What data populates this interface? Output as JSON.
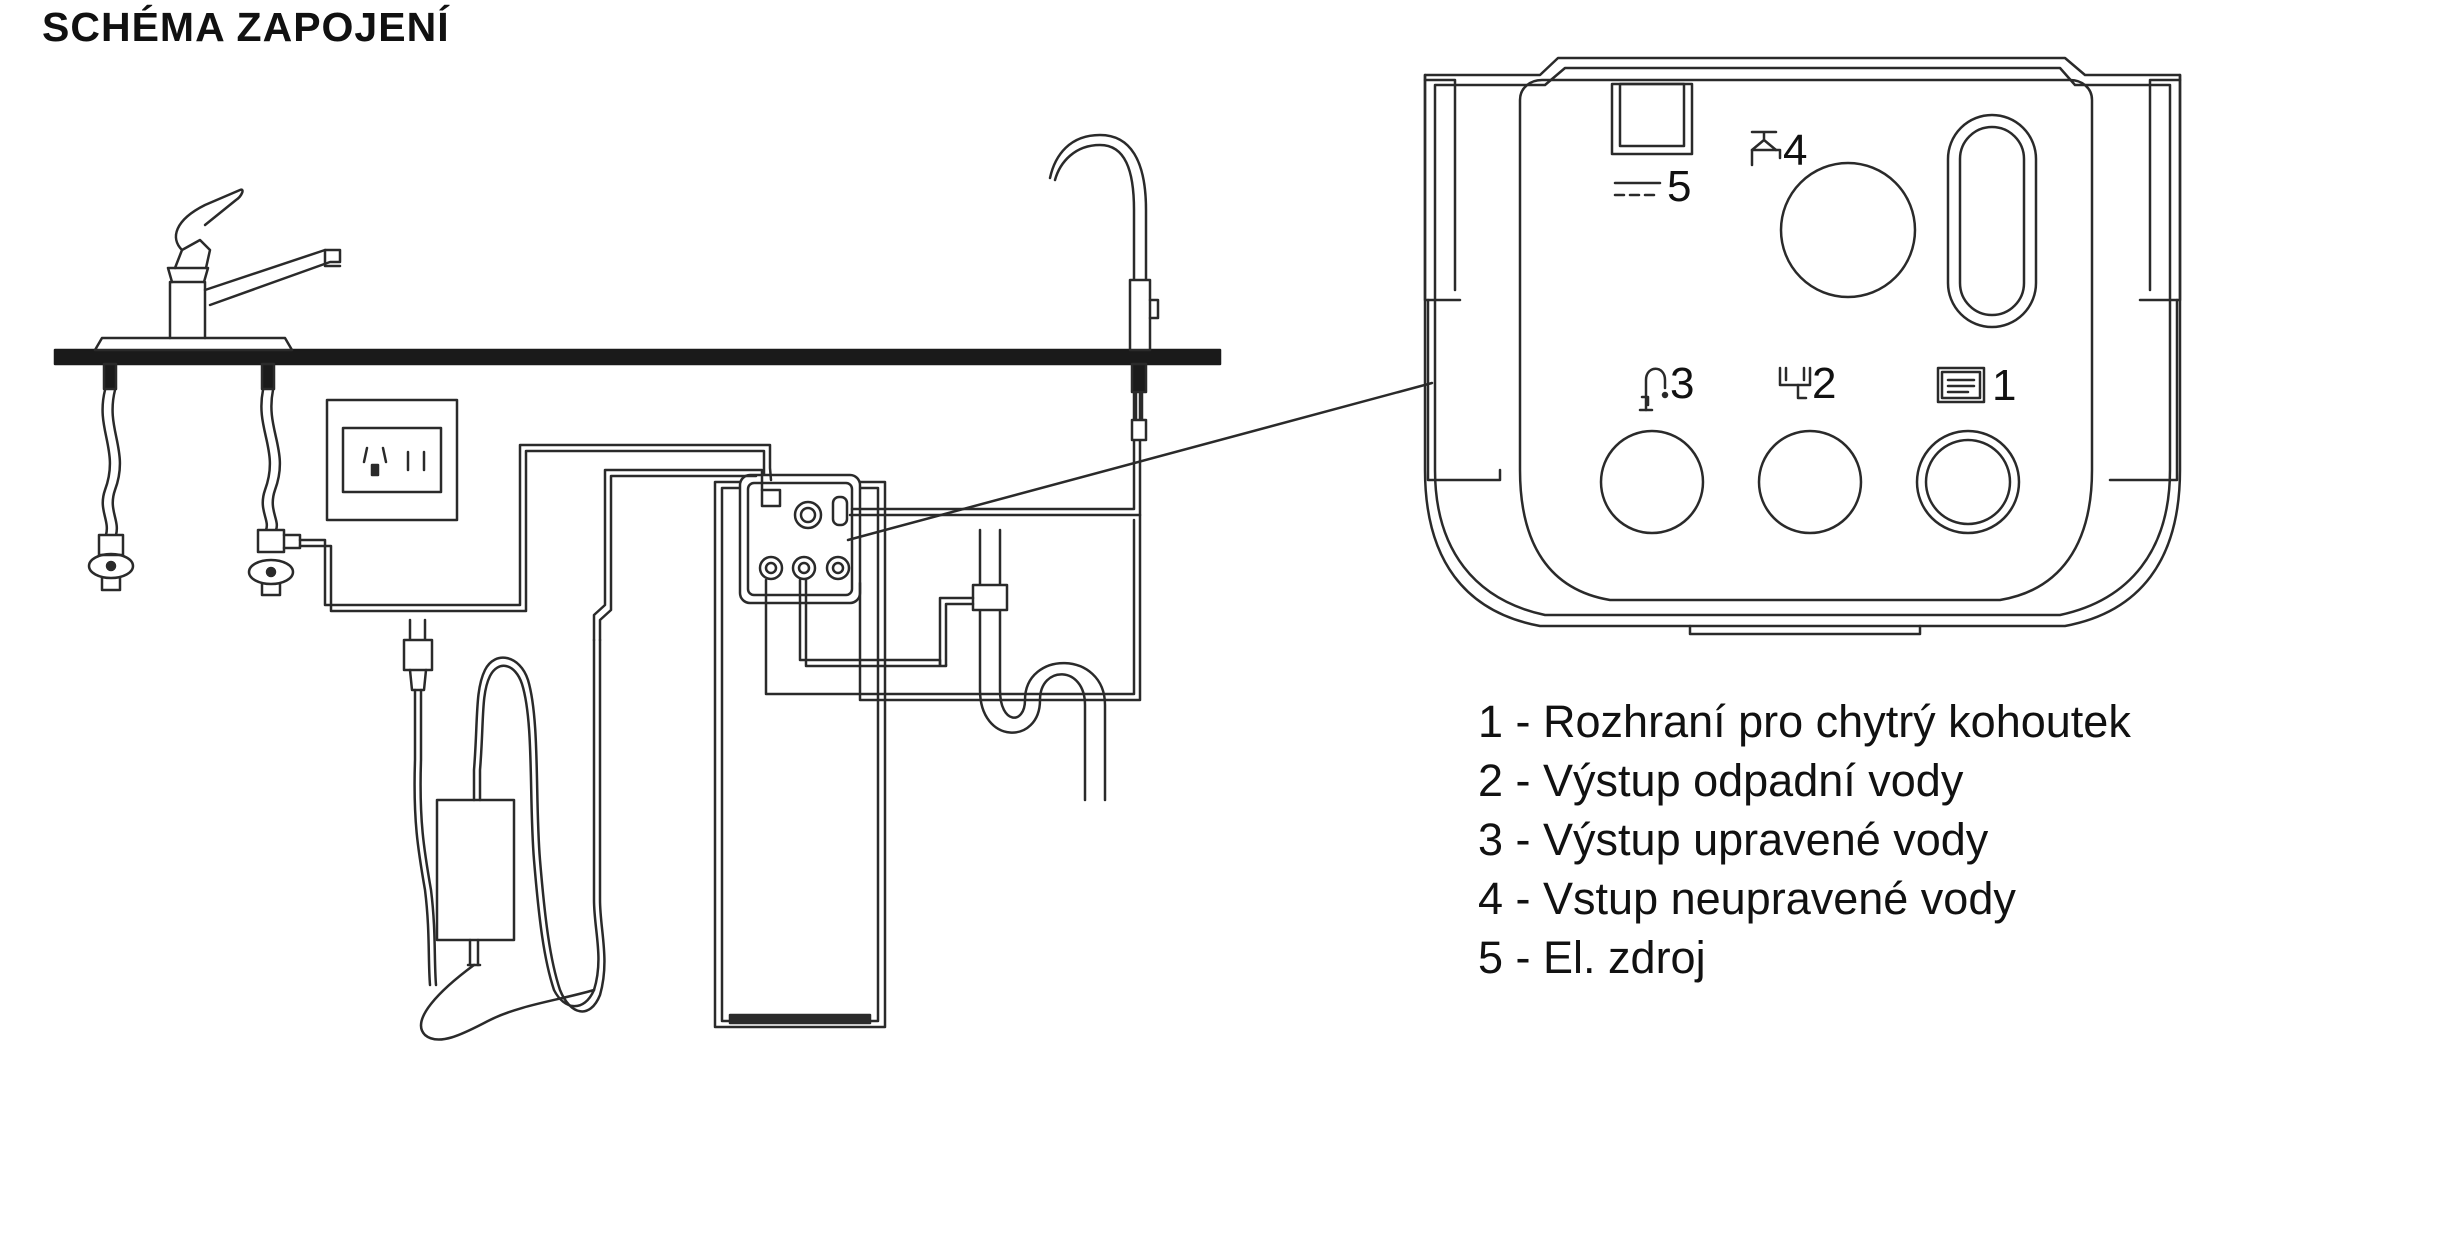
{
  "title": "SCHÉMA ZAPOJENÍ",
  "panel_labels": {
    "port_1": "1",
    "port_2": "2",
    "port_3": "3",
    "port_4": "4",
    "port_5": "5"
  },
  "legend": [
    {
      "num": "1",
      "sep": " - ",
      "text": "Rozhraní pro chytrý kohoutek"
    },
    {
      "num": "2",
      "sep": " - ",
      "text": "Výstup odpadní vody"
    },
    {
      "num": "3",
      "sep": " - ",
      "text": "Výstup upravené vody"
    },
    {
      "num": "4",
      "sep": " - ",
      "text": "Vstup neupravené vody"
    },
    {
      "num": "5",
      "sep": " - ",
      "text": "El. zdroj"
    }
  ],
  "colors": {
    "line": "#2a2a2a",
    "counter": "#1a1a1a",
    "background": "#ffffff"
  },
  "icons": {
    "port_1": "display-panel-icon",
    "port_2": "drain-trap-icon",
    "port_3": "purified-faucet-icon",
    "port_4": "tap-inlet-icon",
    "port_5": "dc-power-icon"
  }
}
